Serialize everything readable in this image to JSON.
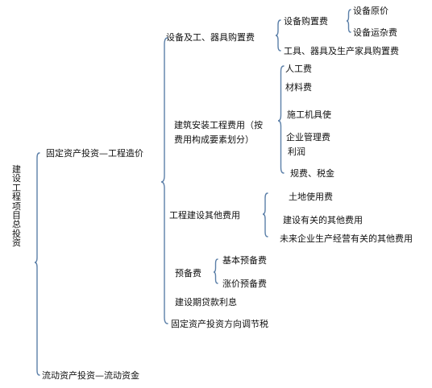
{
  "root": "建设工程项目总投资",
  "level1": {
    "fixed": "固定资产投资—工程造价",
    "current": "流动资产投资—流动资金"
  },
  "level2": {
    "equipment": "设备及工、器具购置费",
    "construction": "建筑安装工程费用（按费用构成要素划分）",
    "other": "工程建设其他费用",
    "reserve": "预备费",
    "interest": "建设期贷款利息",
    "tax": "固定资产投资方向调节税"
  },
  "equipment": {
    "purchase": "设备购置费",
    "original_price": "设备原价",
    "transport": "设备运杂费",
    "tools": "工具、器具及生产家具购置费"
  },
  "construction": {
    "labor": "人工费",
    "material": "材料费",
    "machinery": "施工机具使",
    "management": "企业管理费",
    "profit": "利润",
    "fees_tax": "规费、税金"
  },
  "other": {
    "land": "土地使用费",
    "construction_related": "建设有关的其他费用",
    "future_production": "未来企业生产经营有关的其他费用"
  },
  "reserve": {
    "basic": "基本预备费",
    "price": "涨价预备费"
  },
  "colors": {
    "brace": "#5b7fa8",
    "text": "#111111"
  }
}
